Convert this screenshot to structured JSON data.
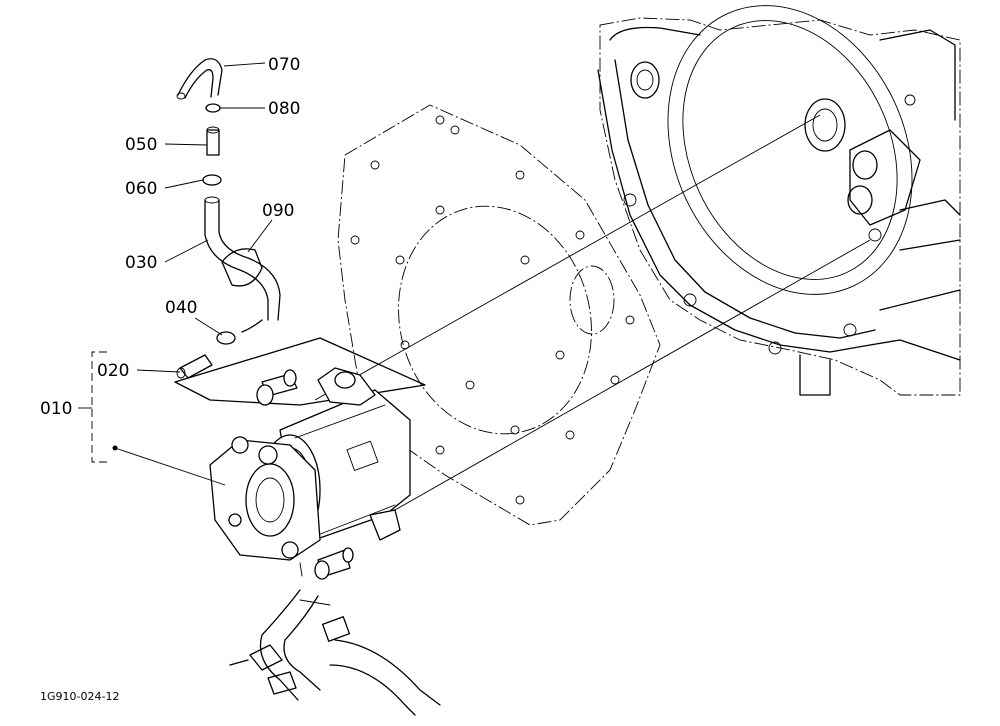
{
  "diagram": {
    "reference_code": "1G910-024-12",
    "callouts": [
      {
        "id": "070",
        "label": "070"
      },
      {
        "id": "080",
        "label": "080"
      },
      {
        "id": "050",
        "label": "050"
      },
      {
        "id": "060",
        "label": "060"
      },
      {
        "id": "090",
        "label": "090"
      },
      {
        "id": "030",
        "label": "030"
      },
      {
        "id": "040",
        "label": "040"
      },
      {
        "id": "020",
        "label": "020"
      },
      {
        "id": "010",
        "label": "010"
      }
    ]
  }
}
